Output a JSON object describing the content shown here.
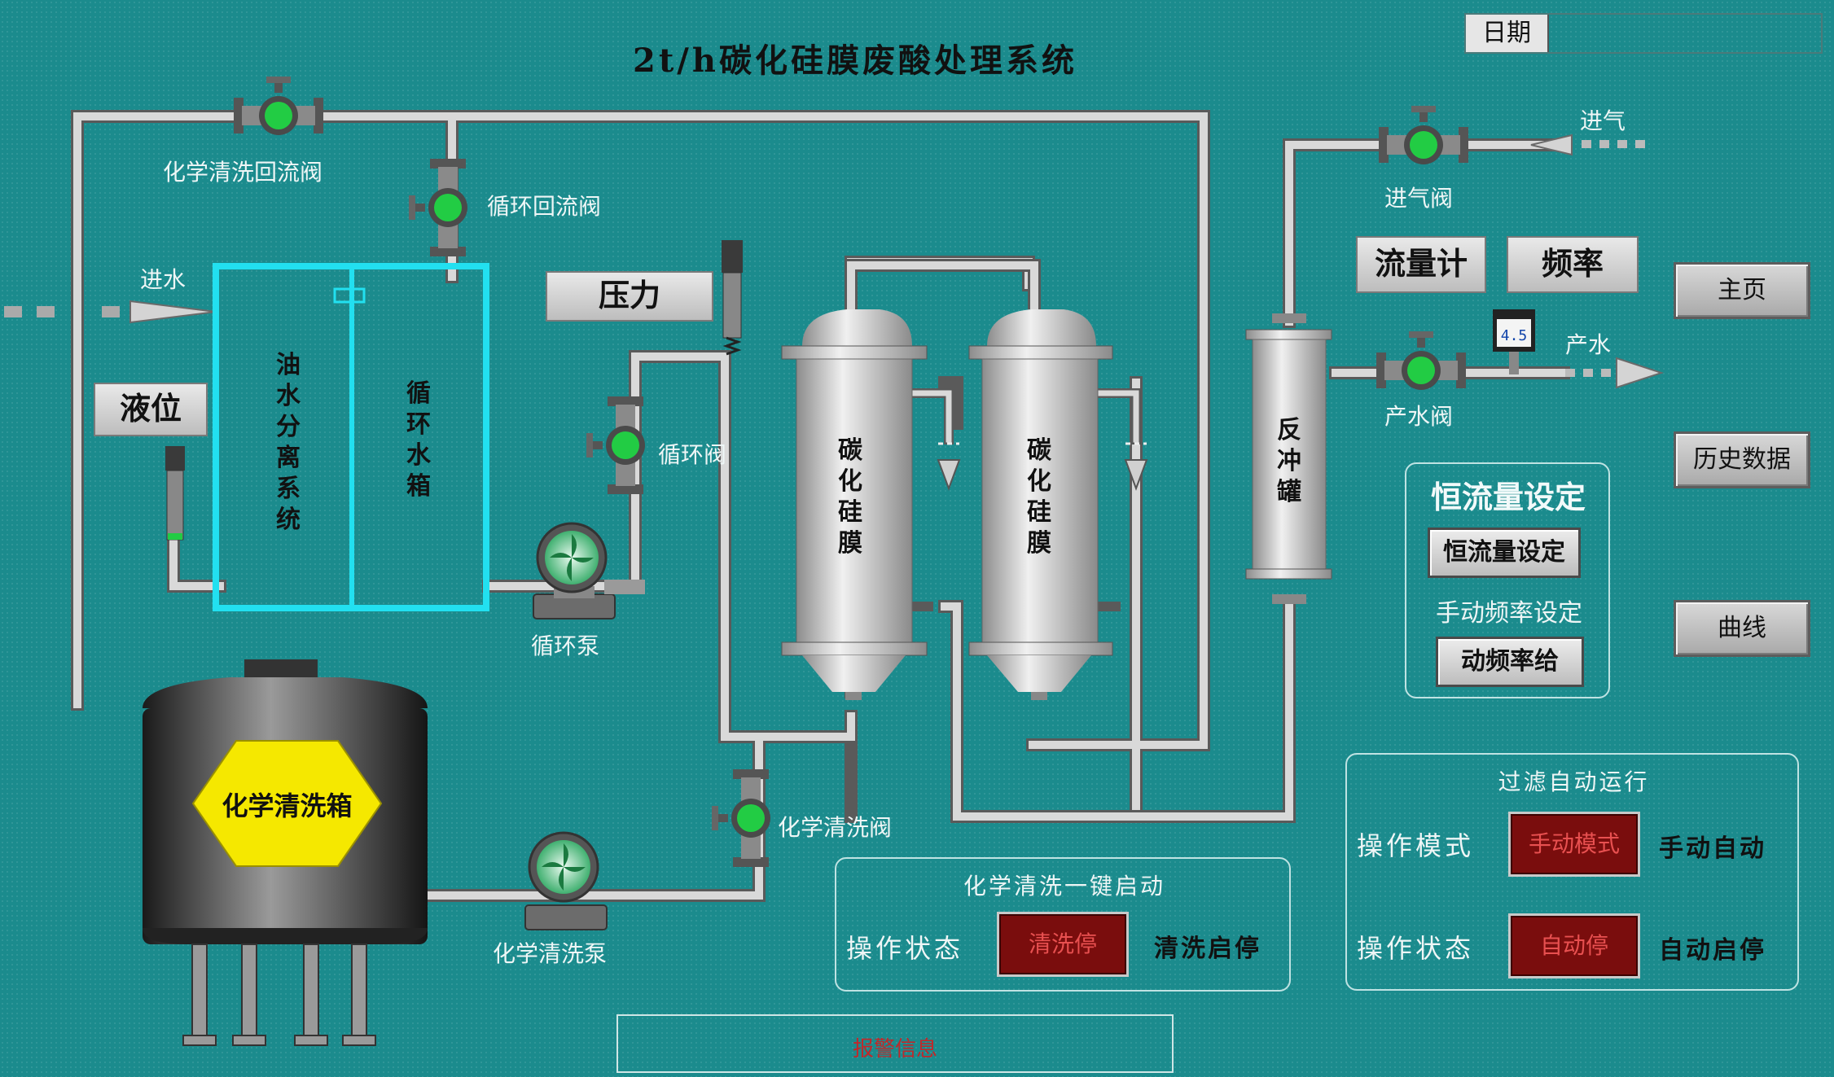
{
  "title": "2t/h碳化硅膜废酸处理系统",
  "date_label": "日期",
  "date_value": "",
  "valves": {
    "chem_return": "化学清洗回流阀",
    "circ_return": "循环回流阀",
    "circ": "循环阀",
    "chem_wash": "化学清洗阀",
    "inlet_air": "进气阀",
    "product": "产水阀"
  },
  "pumps": {
    "circ": "循环泵",
    "chem": "化学清洗泵"
  },
  "flows": {
    "water_in": "进水",
    "air_in": "进气",
    "product_out": "产水"
  },
  "tanks": {
    "oil_water": "油水分离系统",
    "circ_water": "循环水箱",
    "chem_tank": "化学清洗箱",
    "backflush": "反冲罐",
    "membrane1": "碳化硅膜",
    "membrane2": "碳化硅膜"
  },
  "instruments": {
    "pressure": "压力",
    "level": "液位",
    "flowmeter": "流量计",
    "frequency": "频率"
  },
  "nav": {
    "home": "主页",
    "history": "历史数据",
    "curve": "曲线"
  },
  "const_flow": {
    "title": "恒流量设定",
    "button": "恒流量设定",
    "manual_label": "手动频率设定",
    "manual_button": "动频率给"
  },
  "auto_filter": {
    "title": "过滤自动运行",
    "mode_label": "操作模式",
    "mode_button": "手动模式",
    "mode_text": "手动自动",
    "state_label": "操作状态",
    "state_button": "自动停",
    "state_text": "自动启停"
  },
  "chem_clean": {
    "title": "化学清洗一键启动",
    "state_label": "操作状态",
    "state_button": "清洗停",
    "state_text": "清洗启停"
  },
  "alarm_text": "报警信息",
  "colors": {
    "background": "#1b8b8d",
    "valve_green": "#22cc44",
    "cyan_tank": "#22e0f0",
    "hex_yellow": "#f5e800",
    "alarm_red": "#7a0d0d"
  }
}
